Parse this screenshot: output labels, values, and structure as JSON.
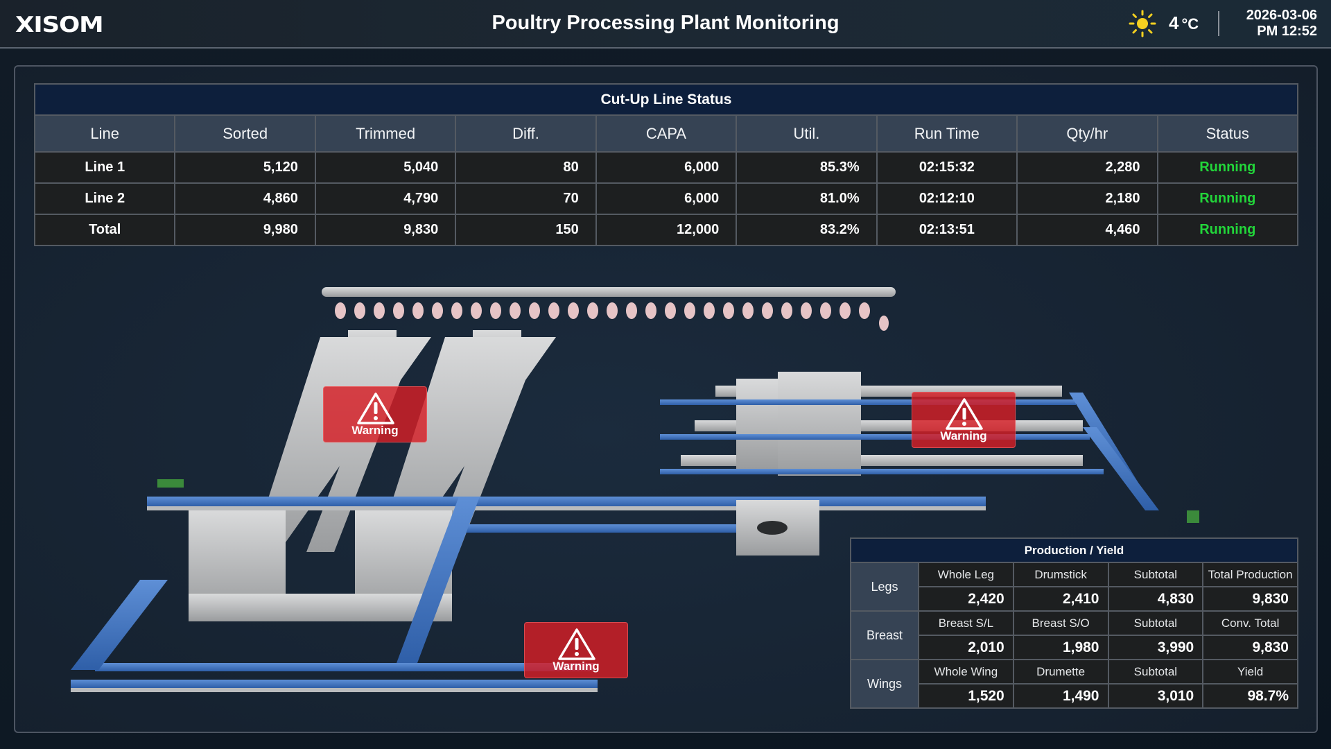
{
  "header": {
    "logo": "XISOM",
    "title": "Poultry Processing Plant Monitoring",
    "weather_icon": "sun-icon",
    "temperature": "4",
    "temperature_unit": "°C",
    "date": "2026-03-06",
    "time": "PM 12:52"
  },
  "line_status": {
    "title": "Cut-Up Line Status",
    "columns": [
      "Line",
      "Sorted",
      "Trimmed",
      "Diff.",
      "CAPA",
      "Util.",
      "Run Time",
      "Qty/hr",
      "Status"
    ],
    "rows": [
      {
        "line": "Line 1",
        "sorted": "5,120",
        "trimmed": "5,040",
        "diff": "80",
        "capa": "6,000",
        "util": "85.3%",
        "run_time": "02:15:32",
        "qty_hr": "2,280",
        "status": "Running"
      },
      {
        "line": "Line 2",
        "sorted": "4,860",
        "trimmed": "4,790",
        "diff": "70",
        "capa": "6,000",
        "util": "81.0%",
        "run_time": "02:12:10",
        "qty_hr": "2,180",
        "status": "Running"
      },
      {
        "line": "Total",
        "sorted": "9,980",
        "trimmed": "9,830",
        "diff": "150",
        "capa": "12,000",
        "util": "83.2%",
        "run_time": "02:13:51",
        "qty_hr": "4,460",
        "status": "Running"
      }
    ],
    "status_color": "#22d63a"
  },
  "scene": {
    "warnings": [
      {
        "label": "Warning",
        "icon": "warning-triangle-icon",
        "location": "cut-up-line-1-overhead"
      },
      {
        "label": "Warning",
        "icon": "warning-triangle-icon",
        "location": "deboning-line"
      },
      {
        "label": "Warning",
        "icon": "warning-triangle-icon",
        "location": "lower-conveyor"
      }
    ],
    "warning_color": "#d61e26"
  },
  "production_yield": {
    "title": "Production / Yield",
    "groups": [
      {
        "name": "Legs",
        "labels": [
          "Whole Leg",
          "Drumstick",
          "Subtotal",
          "Total Production"
        ],
        "values": [
          "2,420",
          "2,410",
          "4,830",
          "9,830"
        ]
      },
      {
        "name": "Breast",
        "labels": [
          "Breast S/L",
          "Breast S/O",
          "Subtotal",
          "Conv. Total"
        ],
        "values": [
          "2,010",
          "1,980",
          "3,990",
          "9,830"
        ]
      },
      {
        "name": "Wings",
        "labels": [
          "Whole Wing",
          "Drumette",
          "Subtotal",
          "Yield"
        ],
        "values": [
          "1,520",
          "1,490",
          "3,010",
          "98.7%"
        ]
      }
    ]
  }
}
